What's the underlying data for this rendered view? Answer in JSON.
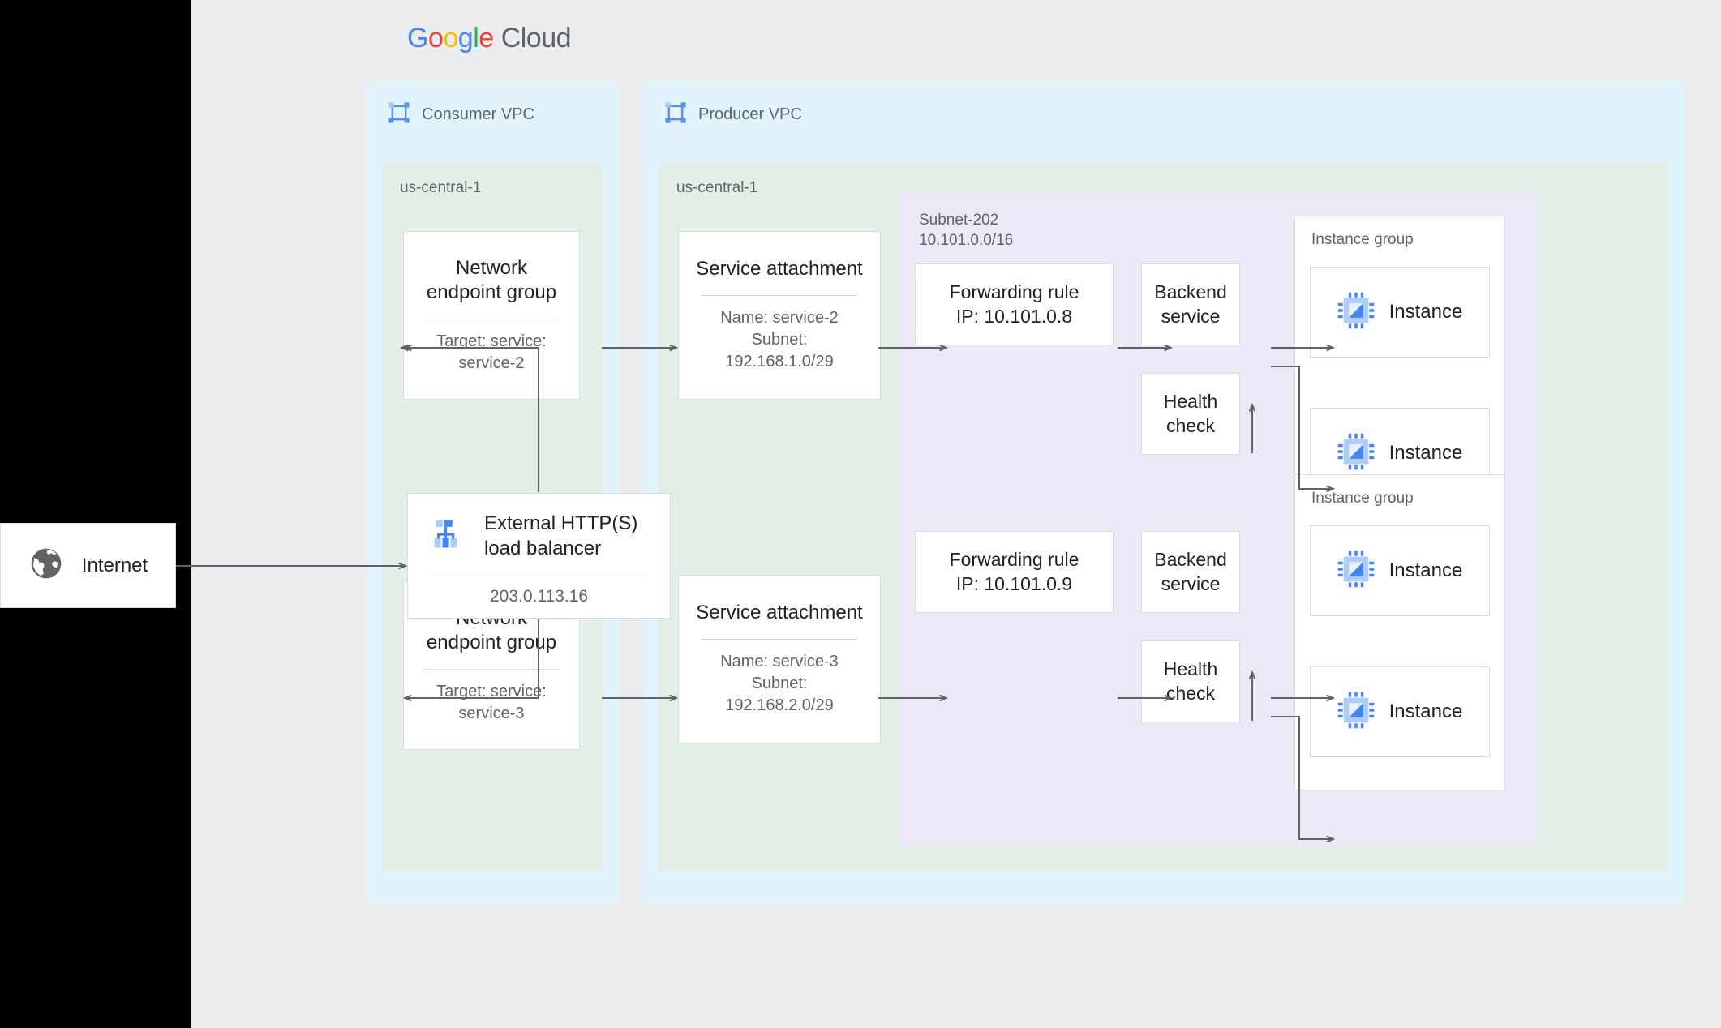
{
  "brand": {
    "google": [
      "G",
      "o",
      "o",
      "g",
      "l",
      "e"
    ],
    "cloud": "Cloud"
  },
  "internet": {
    "label": "Internet",
    "icon": "globe-icon"
  },
  "load_balancer": {
    "title": "External HTTP(S)\nload balancer",
    "title_line1": "External HTTP(S)",
    "title_line2": "load balancer",
    "ip": "203.0.113.16",
    "icon": "load-balancer-icon"
  },
  "consumer_vpc": {
    "title": "Consumer VPC",
    "icon": "vpc-icon",
    "region": "us-central-1",
    "negs": [
      {
        "title_line1": "Network",
        "title_line2": "endpoint group",
        "sub_line1": "Target: service:",
        "sub_line2": "service-2"
      },
      {
        "title_line1": "Network",
        "title_line2": "endpoint group",
        "sub_line1": "Target: service:",
        "sub_line2": "service-3"
      }
    ]
  },
  "producer_vpc": {
    "title": "Producer VPC",
    "icon": "vpc-icon",
    "region": "us-central-1",
    "subnet": {
      "name": "Subnet-202",
      "cidr": "10.101.0.0/16"
    },
    "service_attachments": [
      {
        "title": "Service attachment",
        "sub_line1": "Name: service-2",
        "sub_line2": "Subnet:",
        "sub_line3": "192.168.1.0/29"
      },
      {
        "title": "Service attachment",
        "sub_line1": "Name: service-3",
        "sub_line2": "Subnet:",
        "sub_line3": "192.168.2.0/29"
      }
    ],
    "stacks": [
      {
        "forwarding_rule_line1": "Forwarding rule",
        "forwarding_rule_line2": "IP: 10.101.0.8",
        "backend_service_line1": "Backend",
        "backend_service_line2": "service",
        "health_check_line1": "Health",
        "health_check_line2": "check",
        "instance_group_label": "Instance group",
        "instances": [
          {
            "label": "Instance",
            "icon": "cpu-instance-icon"
          },
          {
            "label": "Instance",
            "icon": "cpu-instance-icon"
          }
        ]
      },
      {
        "forwarding_rule_line1": "Forwarding rule",
        "forwarding_rule_line2": "IP: 10.101.0.9",
        "backend_service_line1": "Backend",
        "backend_service_line2": "service",
        "health_check_line1": "Health",
        "health_check_line2": "check",
        "instance_group_label": "Instance group",
        "instances": [
          {
            "label": "Instance",
            "icon": "cpu-instance-icon"
          },
          {
            "label": "Instance",
            "icon": "cpu-instance-icon"
          }
        ]
      }
    ]
  },
  "colors": {
    "page_background": "#eaecee",
    "vpc_background": "#e1f3fc",
    "region_background": "#e3efe6",
    "subnet_background": "#ede8f6",
    "card_background": "#ffffff",
    "card_border": "#dadce0",
    "connector": "#5f6368",
    "accent_blue": "#4285f4",
    "text_primary": "#202124",
    "text_secondary": "#5f6368"
  }
}
